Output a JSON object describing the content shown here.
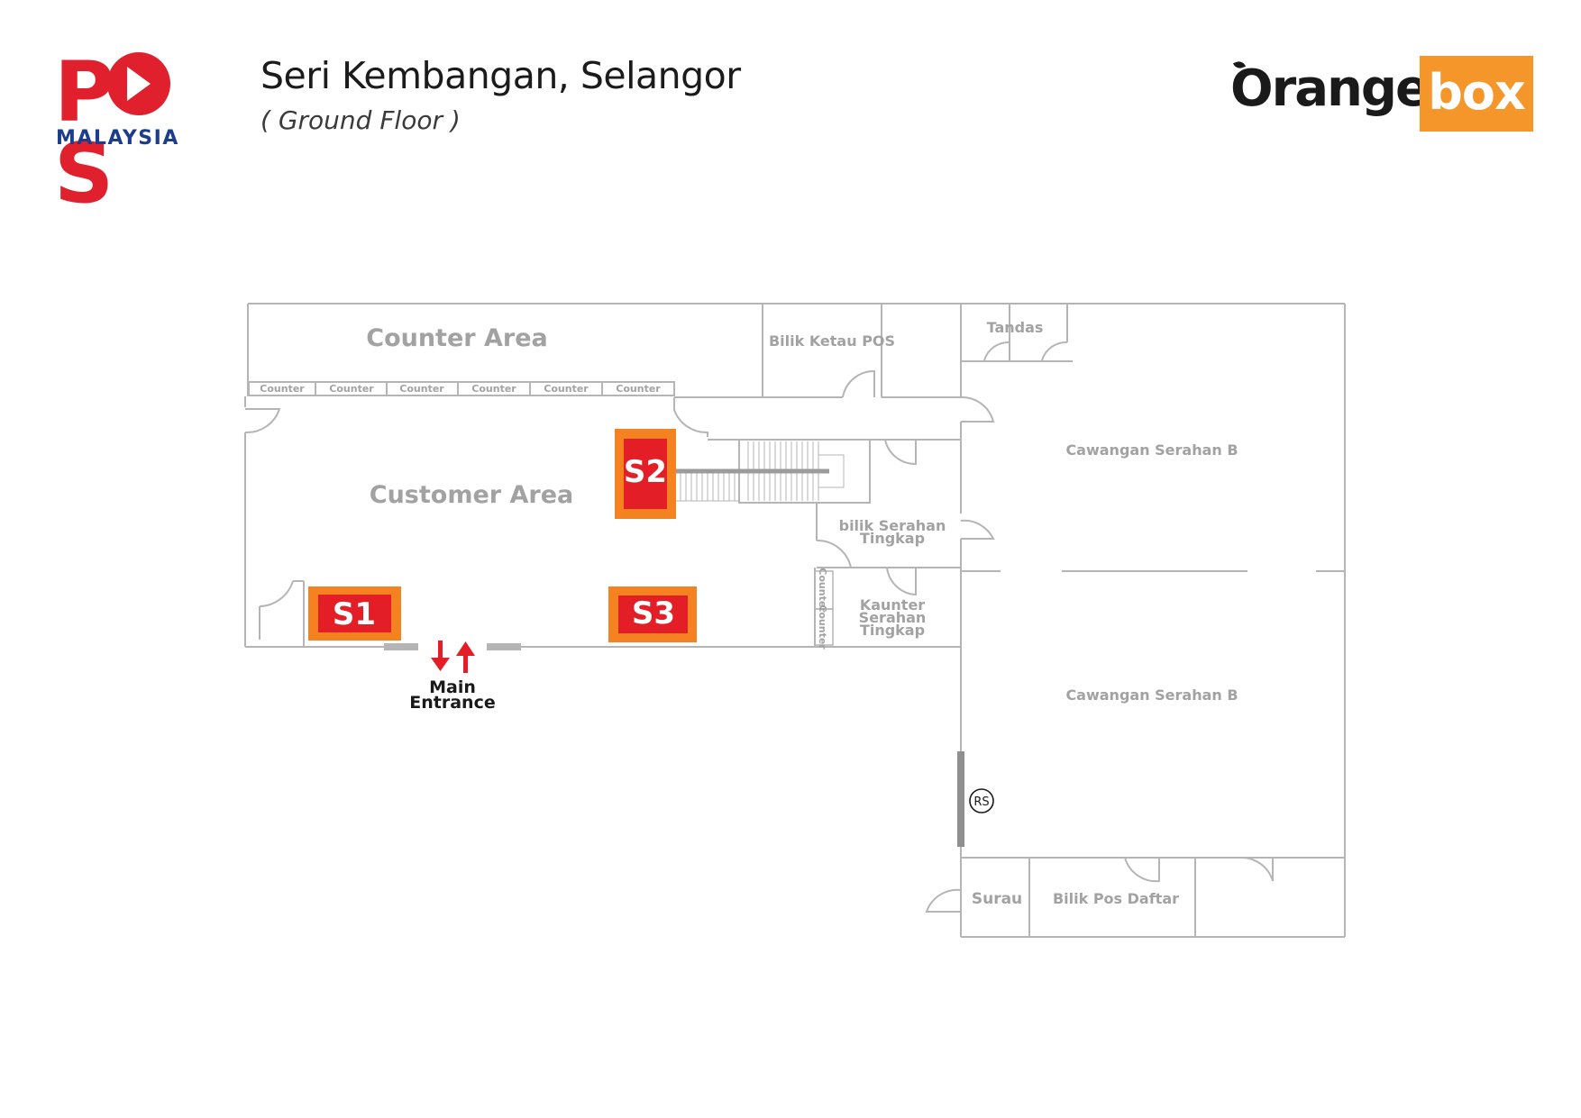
{
  "header": {
    "title": "Seri Kembangan, Selangor",
    "subtitle": "( Ground Floor )"
  },
  "logos": {
    "pos_word": "P S",
    "pos_sub": "MALAYSIA",
    "orangebox_word": "Orange",
    "orangebox_box": "box"
  },
  "rooms": {
    "counter_area": "Counter Area",
    "customer_area": "Customer Area",
    "bilik_ketua_pos": "Bilik Ketau POS",
    "tandas": "Tandas",
    "cawangan_a": "Cawangan Serahan B",
    "cawangan_b": "Cawangan Serahan B",
    "bilik_serahan_1": "bilik Serahan",
    "bilik_serahan_2": "Tingkap",
    "kaunter_1": "Kaunter",
    "kaunter_2": "Serahan",
    "kaunter_3": "Tingkap",
    "surau": "Surau",
    "bilik_pos_daftar": "Bilik Pos Daftar"
  },
  "counters": [
    "Counter",
    "Counter",
    "Counter",
    "Counter",
    "Counter",
    "Counter"
  ],
  "side_counters": [
    "Counter",
    "Counter"
  ],
  "stands": {
    "s1": "S1",
    "s2": "S2",
    "s3": "S3"
  },
  "entrance": {
    "line1": "Main",
    "line2": "Entrance"
  },
  "rs_marker": "RS",
  "colors": {
    "wall": "#b5b5b5",
    "stand_fill": "#e31e26",
    "stand_border": "#f58220",
    "arrow": "#e31e26",
    "pos_red": "#e1202e",
    "pos_blue": "#1c3d8c",
    "orangebox_orange": "#f5962a"
  }
}
